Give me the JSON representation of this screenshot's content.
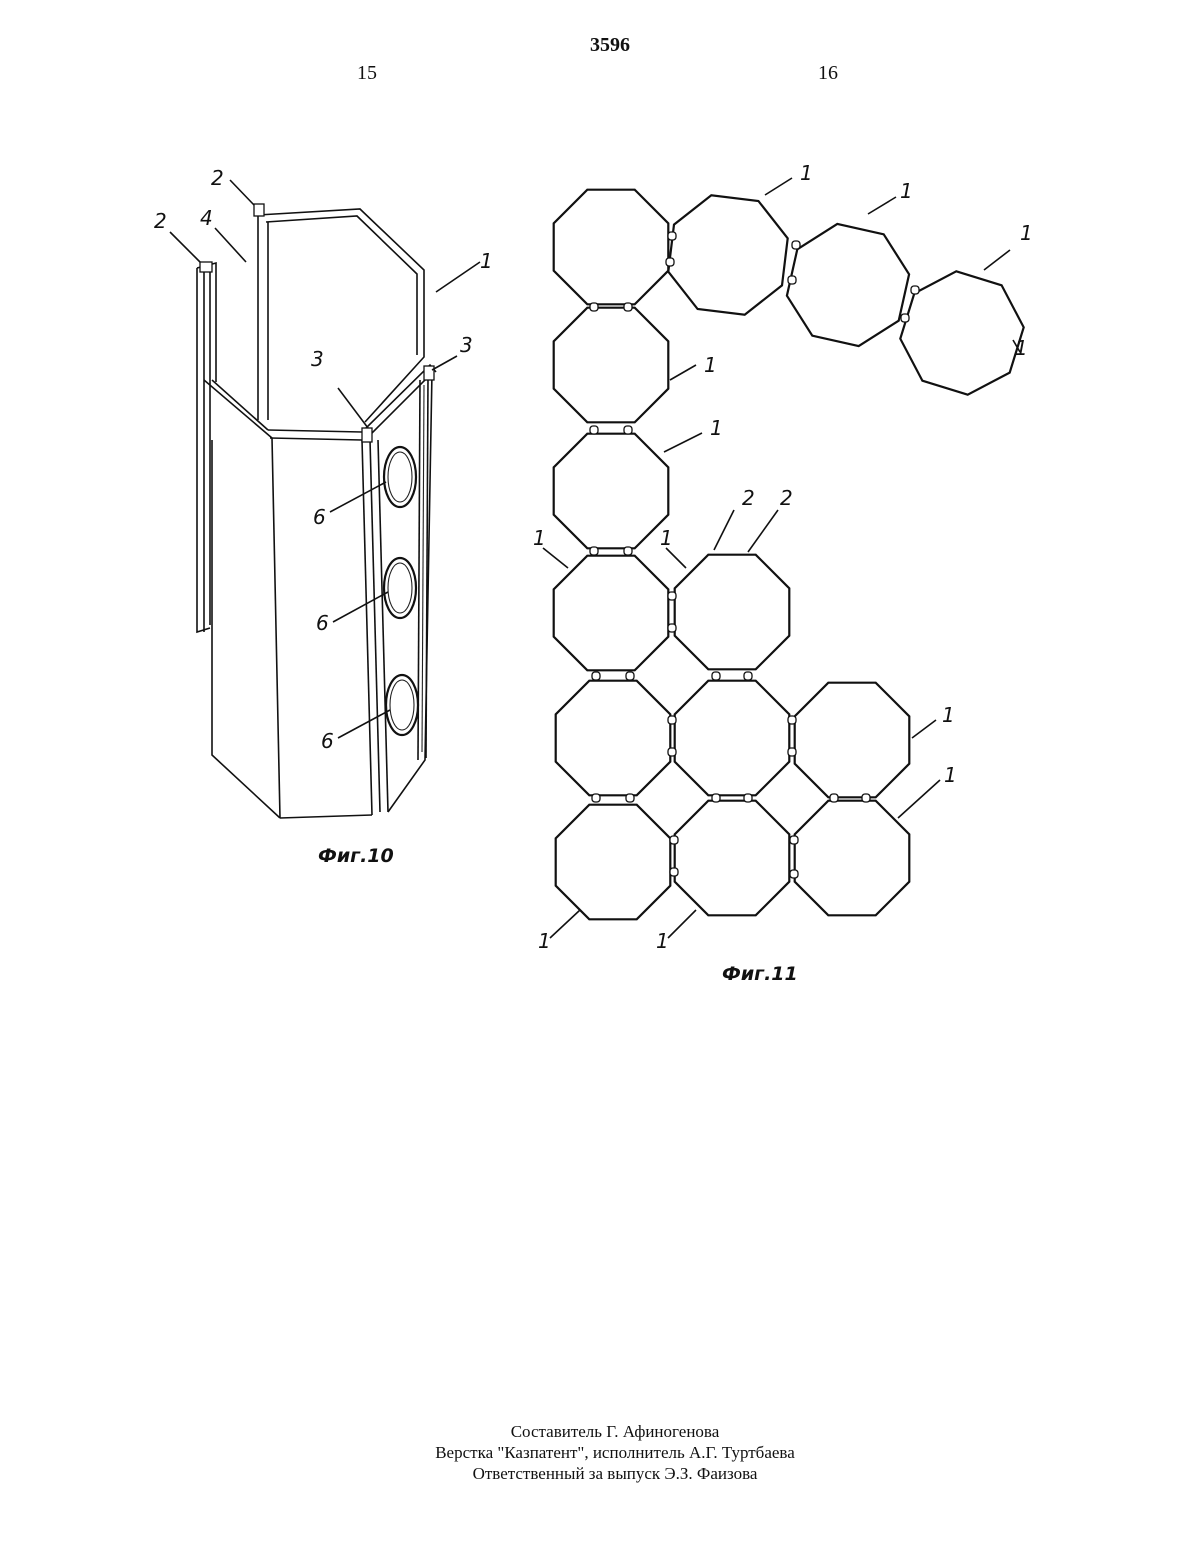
{
  "header": {
    "doc_number": "3596",
    "col_left": "15",
    "col_right": "16"
  },
  "fig10": {
    "caption": "Фиг.10",
    "labels": [
      "2",
      "2",
      "4",
      "1",
      "3",
      "3",
      "6",
      "6",
      "6"
    ]
  },
  "fig11": {
    "caption": "Фиг.11",
    "labels": [
      "1",
      "1",
      "1",
      "1",
      "1",
      "1",
      "1",
      "1",
      "2",
      "2",
      "1",
      "1",
      "1",
      "1"
    ]
  },
  "footer": {
    "compiler": "Составитель Г. Афиногенова",
    "layout": "Верстка \"Казпатент\", исполнитель А.Г. Туртбаева",
    "responsible": "Ответственный за выпуск Э.З. Фаизова"
  }
}
